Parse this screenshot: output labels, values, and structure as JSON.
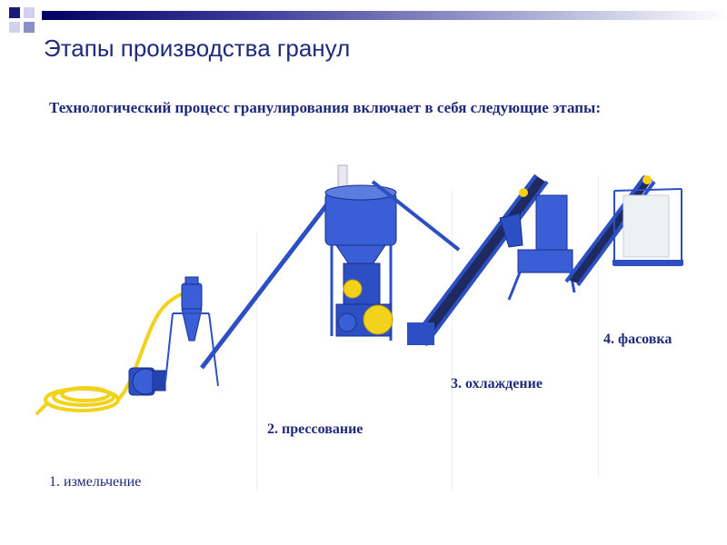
{
  "title": "Этапы производства гранул",
  "subtitle": "Технологический процесс гранулирования включает в себя следующие этапы:",
  "stages": [
    {
      "label": "1. измельчение"
    },
    {
      "label": "2. прессование"
    },
    {
      "label": "3. охлаждение"
    },
    {
      "label": "4. фасовка"
    }
  ],
  "colors": {
    "accent": "#1f2a7a",
    "machine_blue": "#2d4fc4",
    "hose_yellow": "#f2d21a"
  }
}
